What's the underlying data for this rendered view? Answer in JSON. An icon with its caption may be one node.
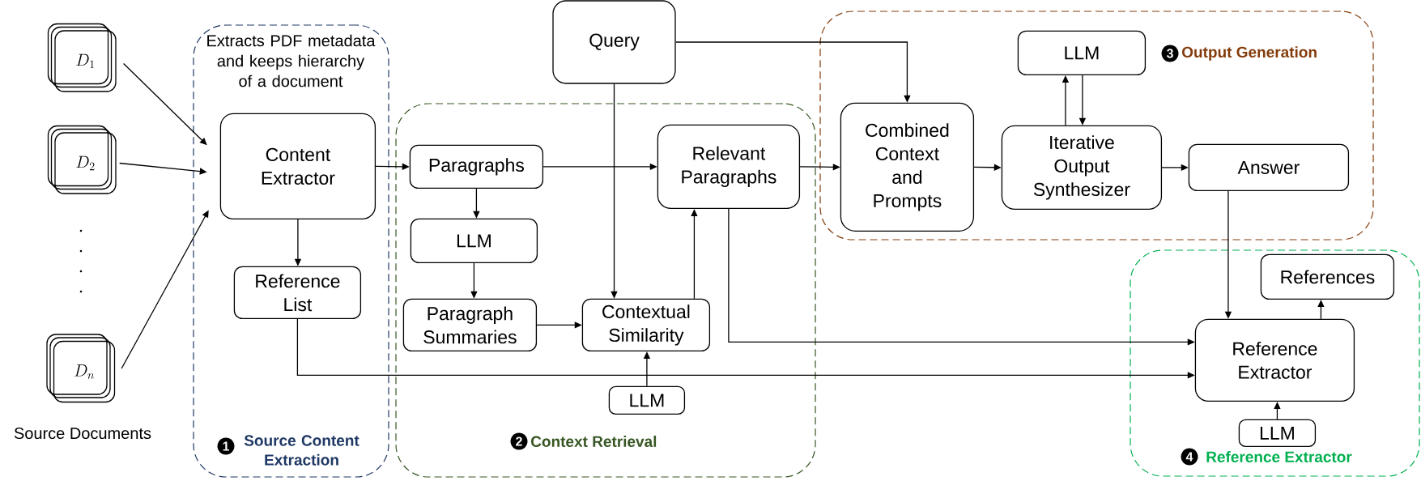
{
  "diagram": {
    "nodes": [
      {
        "text": [
          "Extracts PDF metadata and keeps hierarchy of a document",
          "1",
          "Source Content Extraction"
        ]
      },
      {
        "text": [
          "2",
          "Context Retrieval"
        ]
      },
      {
        "text": [
          "3",
          "Output Generation"
        ]
      },
      {
        "text": [
          "4",
          "Reference Extractor"
        ]
      },
      {
        "text": [
          "D_{1}"
        ]
      },
      {
        "text": [
          "D_{2}"
        ]
      },
      {
        "text": [
          "D_{n}"
        ]
      },
      {
        "text": [
          "Content Extractor"
        ],
        "in": 0
      },
      {
        "text": [
          "Reference List"
        ],
        "in": 0
      },
      {
        "text": [
          "Query"
        ]
      },
      {
        "text": [
          "Paragraphs"
        ],
        "in": 1
      },
      {
        "text": [
          "LLM"
        ],
        "in": 1
      },
      {
        "text": [
          "Paragraph Summaries"
        ],
        "in": 1
      },
      {
        "text": [
          "Contextual Similarity"
        ],
        "in": 1
      },
      {
        "text": [
          "LLM"
        ],
        "in": 1
      },
      {
        "text": [
          "Relevant Paragraphs"
        ],
        "in": 1
      },
      {
        "text": [
          "Combined Context and Prompts"
        ],
        "in": 2
      },
      {
        "text": [
          "LLM"
        ],
        "in": 2
      },
      {
        "text": [
          "Iterative Output Synthesizer"
        ],
        "in": 2
      },
      {
        "text": [
          "Answer"
        ],
        "in": 2
      },
      {
        "text": [
          "References"
        ],
        "in": 3
      },
      {
        "text": [
          "Reference Extractor"
        ],
        "in": 3
      },
      {
        "text": [
          "LLM"
        ],
        "in": 3
      }
    ],
    "edges": [
      {
        "from": 4,
        "to": 7,
        "arrow": "to"
      },
      {
        "from": 5,
        "to": 7,
        "arrow": "to"
      },
      {
        "from": 6,
        "to": 7,
        "arrow": "to"
      },
      {
        "from": 7,
        "to": 10,
        "arrow": "to"
      },
      {
        "from": 7,
        "to": 8,
        "arrow": "to"
      },
      {
        "from": 10,
        "to": 11,
        "arrow": "to"
      },
      {
        "from": 11,
        "to": 12,
        "arrow": "to"
      },
      {
        "from": 12,
        "to": 13,
        "arrow": "to"
      },
      {
        "from": 9,
        "to": 13,
        "arrow": "to"
      },
      {
        "from": 14,
        "to": 13,
        "arrow": "to"
      },
      {
        "from": 13,
        "to": 15,
        "arrow": "to"
      },
      {
        "from": 10,
        "to": 15,
        "arrow": "to"
      },
      {
        "from": 9,
        "to": 16,
        "arrow": "to"
      },
      {
        "from": 15,
        "to": 16,
        "arrow": "to"
      },
      {
        "from": 16,
        "to": 18,
        "arrow": "to"
      },
      {
        "from": 18,
        "to": 17,
        "arrow": "to"
      },
      {
        "from": 17,
        "to": 18,
        "arrow": "to"
      },
      {
        "from": 18,
        "to": 19,
        "arrow": "to"
      },
      {
        "from": 19,
        "to": 21,
        "arrow": "to"
      },
      {
        "from": 15,
        "to": 21,
        "arrow": "to"
      },
      {
        "from": 8,
        "to": 21,
        "arrow": "to"
      },
      {
        "from": 21,
        "to": 20,
        "arrow": "to"
      },
      {
        "from": 22,
        "to": 21,
        "arrow": "to"
      }
    ],
    "labels": [
      "Source Documents"
    ]
  }
}
